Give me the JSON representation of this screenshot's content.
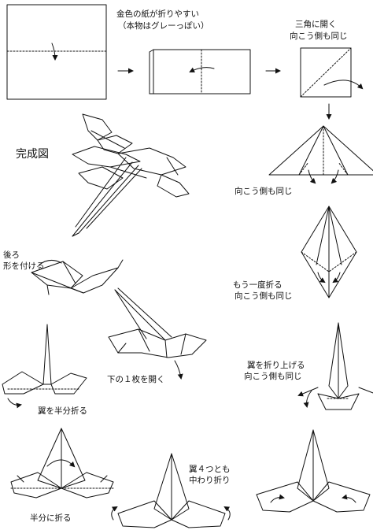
{
  "labels": {
    "gold_note_1": "金色の紙が折りやすい",
    "gold_note_2": "（本物はグレーっぽい）",
    "step3_1": "三角に開く",
    "step3_2": "向こう側も同じ",
    "finished": "完成図",
    "step4": "向こう側も同じ",
    "back_1": "後ろ",
    "back_2": "形を付ける",
    "step5_1": "もう一度折る",
    "step5_2": "向こう側も同じ",
    "open_one": "下の１枚を開く",
    "step6_1": "翼を折り上げる",
    "step6_2": "向こう側も同じ",
    "wing_half": "翼を半分折る",
    "wings4_1": "翼４つとも",
    "wings4_2": "中わり折り",
    "fold_half": "半分に折る"
  },
  "colors": {
    "line": "#111111",
    "background": "#ffffff"
  }
}
